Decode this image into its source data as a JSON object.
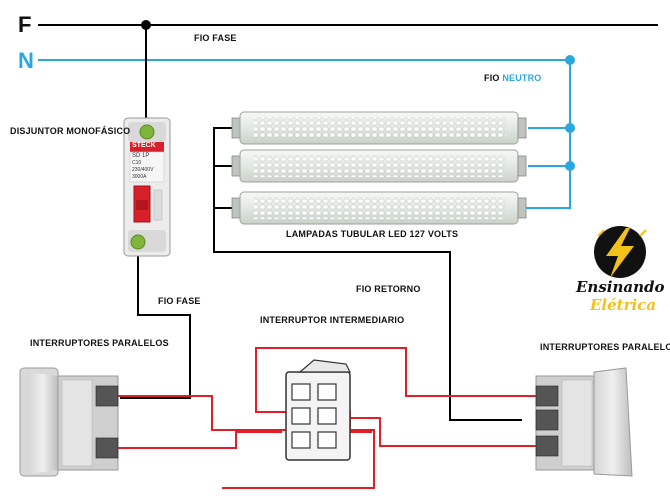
{
  "rails": {
    "phase": "F",
    "neutral": "N"
  },
  "labels": {
    "fio_fase_top": "FIO FASE",
    "fio_neutro_prefix": "FIO",
    "fio_neutro_word": "NEUTRO",
    "disjuntor": "DISJUNTOR MONOFÁSICO",
    "lampadas": "LAMPADAS TUBULAR LED 127 VOLTS",
    "fio_fase_mid": "FIO FASE",
    "fio_retorno": "FIO RETORNO",
    "interruptor_intermediario": "INTERRUPTOR INTERMEDIARIO",
    "interruptores_left": "INTERRUPTORES PARALELOS",
    "interruptores_right": "INTERRUPTORES PARALELOS"
  },
  "breaker": {
    "brand": "STECK",
    "rating": "SD 1P",
    "curve": "C10",
    "spec1": "230/400V",
    "spec2": "3000A"
  },
  "brand": {
    "line1": "Ensinando",
    "line2": "Elétrica"
  },
  "colors": {
    "phase_wire": "#000000",
    "neutral_wire": "#29a8e0",
    "traveler_wire": "#e21f26",
    "label_neutral": "#29a8e0",
    "brand_yellow": "#f2c21b",
    "breaker_red": "#d8202a",
    "terminal_green": "#7fb53a"
  },
  "icons": [
    "lightning-bolt-icon"
  ]
}
